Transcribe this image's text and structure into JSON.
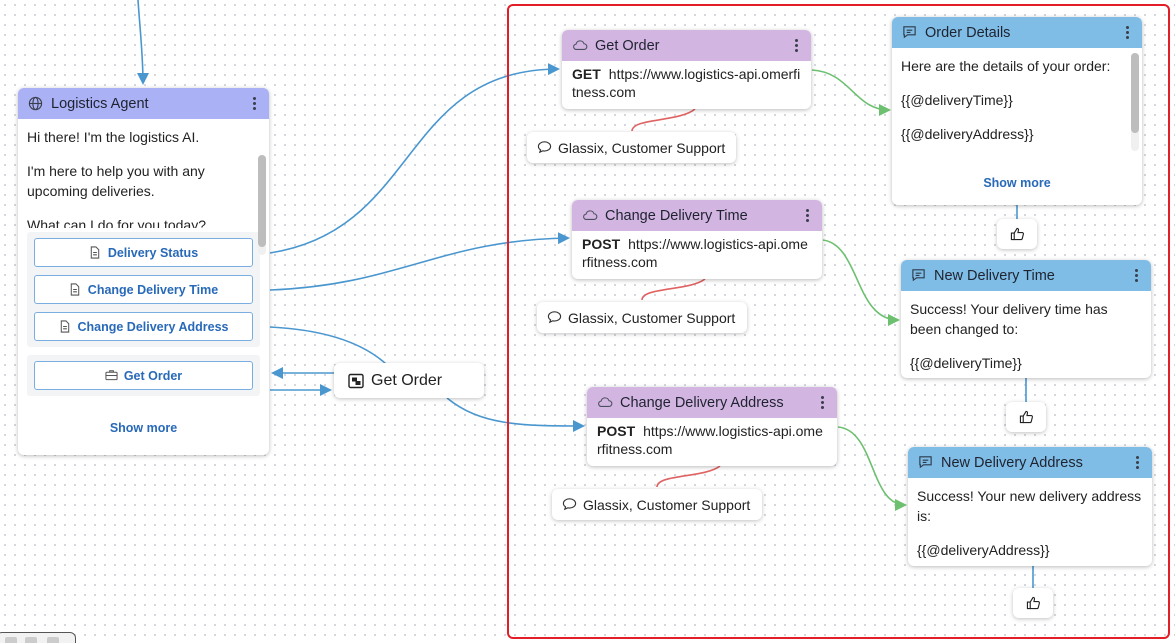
{
  "colors": {
    "edge_blue": "#4a97d0",
    "edge_green": "#6cc070",
    "edge_red": "#e06363",
    "group_border": "#e41e26",
    "agent_header": "#aab1f5",
    "api_header": "#d3b5e2",
    "message_header": "#7fbde6",
    "link": "#2869b8"
  },
  "agent": {
    "title": "Logistics Agent",
    "icon": "globe-icon",
    "messages": [
      "Hi there! I'm the logistics AI.",
      "I'm here to help you with any upcoming deliveries.",
      "What can I do for you today?"
    ],
    "buttons": [
      "Delivery Status",
      "Change Delivery Time",
      "Change Delivery Address"
    ],
    "action_button": "Get Order",
    "show_more": "Show more"
  },
  "floating_node": {
    "label": "Get Order",
    "icon": "flow-icon"
  },
  "api_nodes": [
    {
      "title": "Get Order",
      "method": "GET",
      "url": "https://www.logistics-api.omerfitness.com",
      "comment": "Glassix, Customer Support"
    },
    {
      "title": "Change Delivery Time",
      "method": "POST",
      "url": "https://www.logistics-api.omerfitness.com",
      "comment": "Glassix, Customer Support"
    },
    {
      "title": "Change Delivery Address",
      "method": "POST",
      "url": "https://www.logistics-api.omerfitness.com",
      "comment": "Glassix, Customer Support"
    }
  ],
  "message_nodes": [
    {
      "title": "Order Details",
      "lines": [
        "Here are the details of your order:",
        "{{@deliveryTime}}",
        "{{@deliveryAddress}}"
      ],
      "show_more": "Show more"
    },
    {
      "title": "New Delivery Time",
      "lines": [
        "Success! Your delivery time has been changed to:",
        "{{@deliveryTime}}"
      ]
    },
    {
      "title": "New Delivery Address",
      "lines": [
        "Success! Your new delivery address is:",
        "{{@deliveryAddress}}"
      ]
    }
  ]
}
